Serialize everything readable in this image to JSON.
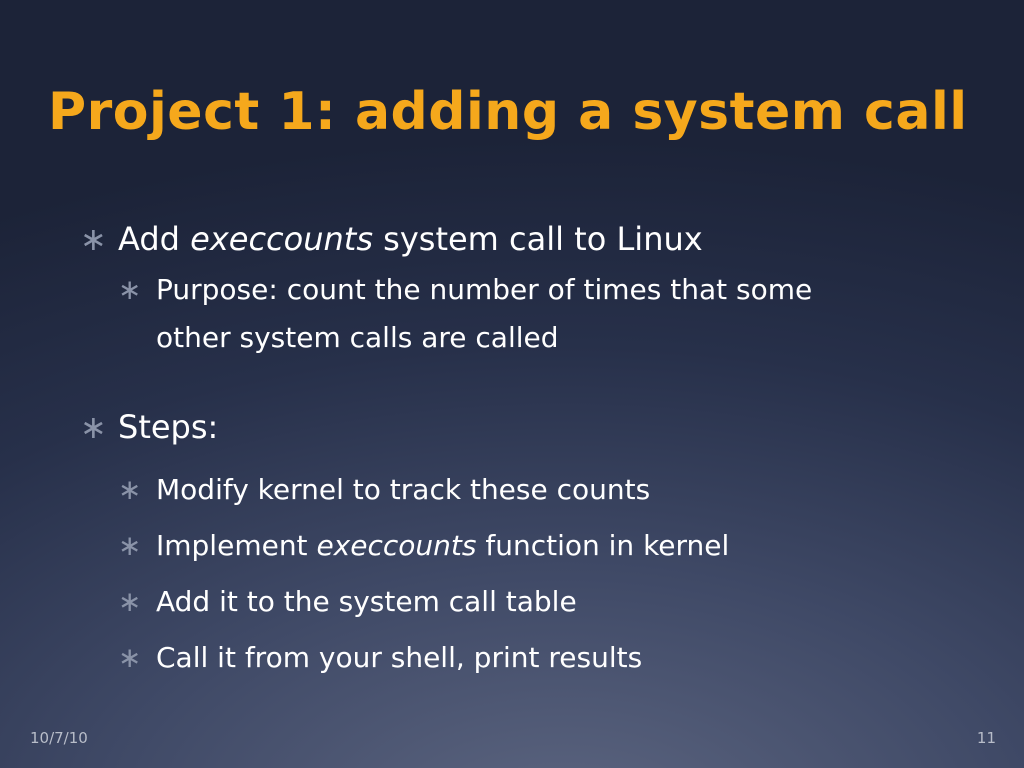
{
  "slide": {
    "title": "Project 1: adding a system call",
    "bullet_glyph": "∗",
    "bullets": [
      {
        "before": "Add ",
        "italic": "execcounts",
        "after": " system call to Linux",
        "sub": [
          {
            "line1": "Purpose: count the number of times that some",
            "line2": "other system calls are called"
          }
        ]
      },
      {
        "text": "Steps:",
        "sub": [
          {
            "text": "Modify kernel to track these counts"
          },
          {
            "before": "Implement ",
            "italic": "execcounts",
            "after": " function in kernel"
          },
          {
            "text": "Add it to the system call table"
          },
          {
            "text": "Call it from your shell, print results"
          }
        ]
      }
    ],
    "footer": {
      "date": "10/7/10",
      "page_number": "11"
    }
  },
  "colors": {
    "title": "#f5a81c",
    "text": "#ffffff",
    "bullet": "#8a93a8",
    "background_dark": "#1c2338",
    "background_light": "#5d6681"
  }
}
